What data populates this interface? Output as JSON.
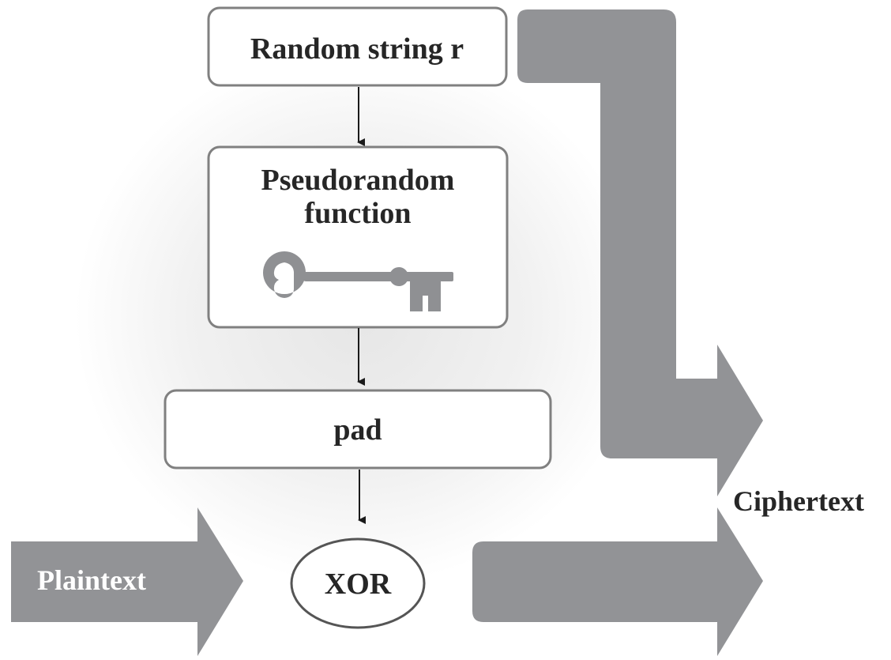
{
  "colors": {
    "big_arrow": "#929396",
    "box_border": "#808080",
    "key": "#8f9093",
    "text": "#262626"
  },
  "diagram": {
    "random_string": {
      "label": "Random string r"
    },
    "prf": {
      "line1": "Pseudorandom",
      "line2": "function",
      "icon": "key-icon"
    },
    "pad": {
      "label": "pad"
    },
    "xor": {
      "label": "XOR"
    },
    "plaintext": {
      "label": "Plaintext"
    },
    "ciphertext": {
      "label": "Ciphertext"
    }
  }
}
